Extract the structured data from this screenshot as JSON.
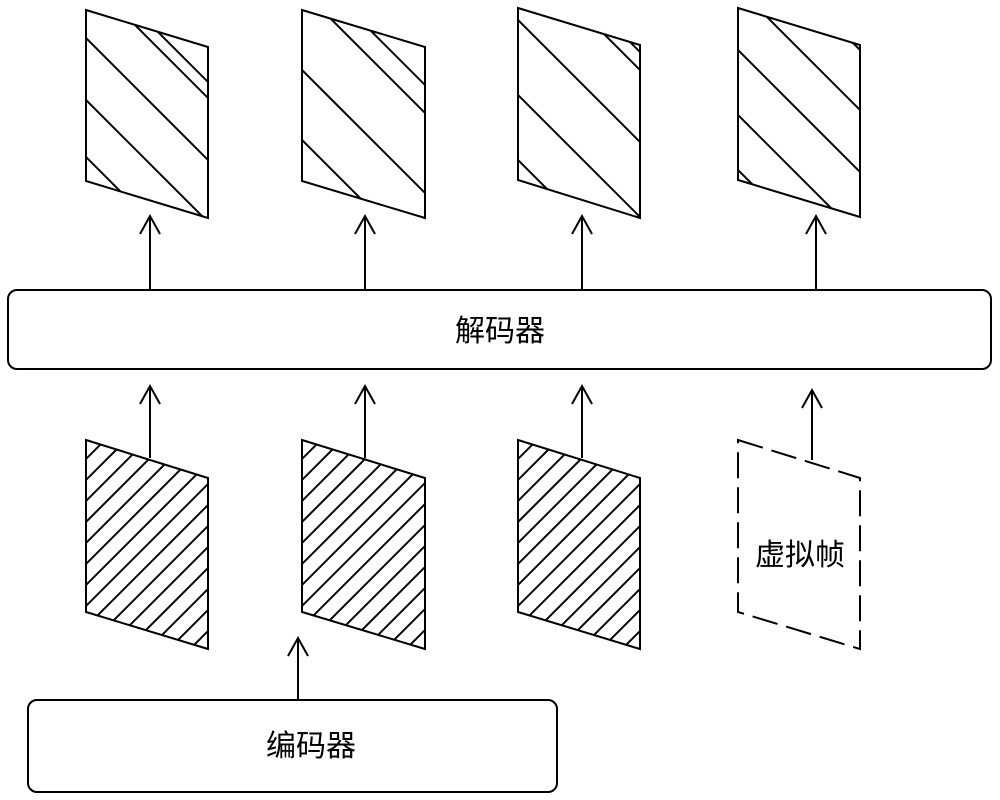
{
  "decoder": {
    "label": "解码器"
  },
  "encoder": {
    "label": "编码器"
  },
  "virtual_frame": {
    "label": "虚拟帧"
  }
}
